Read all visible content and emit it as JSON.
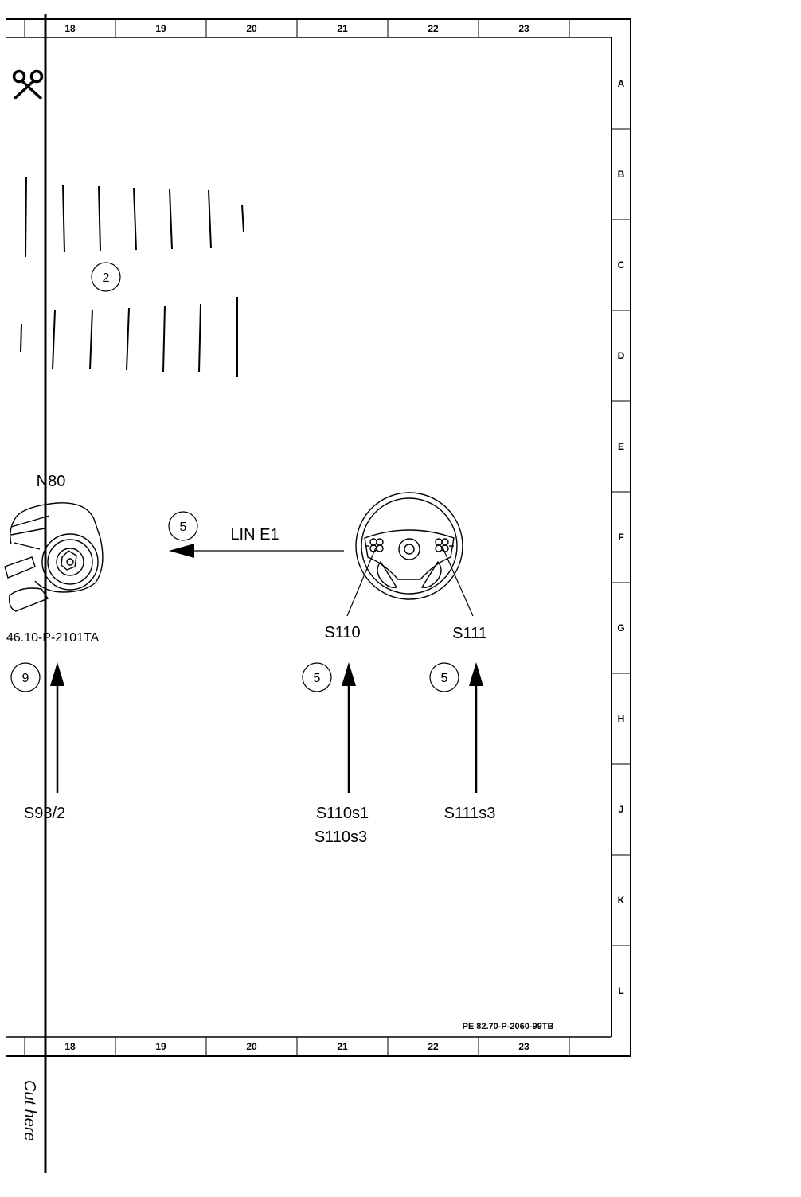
{
  "frame": {
    "columns": [
      "18",
      "19",
      "20",
      "21",
      "22",
      "23"
    ],
    "rows": [
      "A",
      "B",
      "C",
      "D",
      "E",
      "F",
      "G",
      "H",
      "J",
      "K",
      "L"
    ]
  },
  "components": {
    "n80": {
      "name": "N80",
      "doc_ref": "46.10-P-2101TA"
    },
    "steering_wheel": {
      "left_switch": "S110",
      "right_switch": "S111"
    }
  },
  "connections": {
    "lin": {
      "label": "LIN E1",
      "ref": "5"
    }
  },
  "callouts": {
    "ref_2": "2",
    "ref_9": "9",
    "ref_s110": "5",
    "ref_s111": "5"
  },
  "arrows": {
    "s93": "S93/2",
    "s110_a": "S110s1",
    "s110_b": "S110s3",
    "s111": "S111s3"
  },
  "doc_ref": "PE 82.70-P-2060-99TB",
  "cut_label": "Cut here",
  "icons": {
    "scissors": "scissors-icon",
    "steering_wheel": "steering-wheel-icon",
    "combination_switch": "combination-switch-icon"
  }
}
